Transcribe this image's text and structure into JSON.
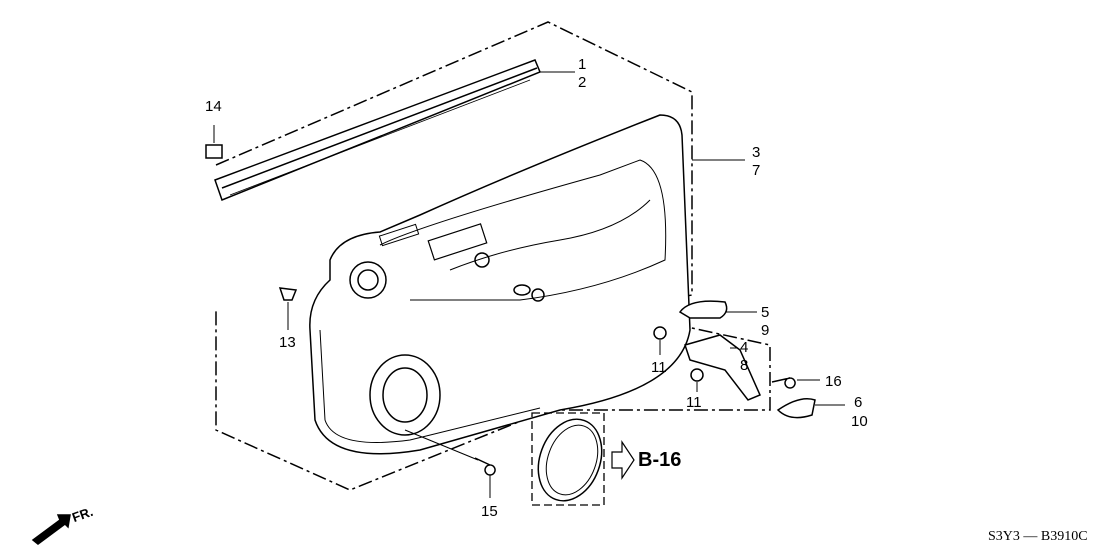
{
  "diagram": {
    "callouts": [
      {
        "id": "c1",
        "text": "1"
      },
      {
        "id": "c2",
        "text": "2"
      },
      {
        "id": "c3",
        "text": "3"
      },
      {
        "id": "c7",
        "text": "7"
      },
      {
        "id": "c14",
        "text": "14"
      },
      {
        "id": "c13",
        "text": "13"
      },
      {
        "id": "c5",
        "text": "5"
      },
      {
        "id": "c9",
        "text": "9"
      },
      {
        "id": "c4",
        "text": "4"
      },
      {
        "id": "c8",
        "text": "8"
      },
      {
        "id": "c11a",
        "text": "11"
      },
      {
        "id": "c11b",
        "text": "11"
      },
      {
        "id": "c16",
        "text": "16"
      },
      {
        "id": "c6",
        "text": "6"
      },
      {
        "id": "c10",
        "text": "10"
      },
      {
        "id": "c15",
        "text": "15"
      }
    ],
    "reference": "B-16",
    "front_label": "FR.",
    "drawing_code": "S3Y3 — B3910C"
  }
}
